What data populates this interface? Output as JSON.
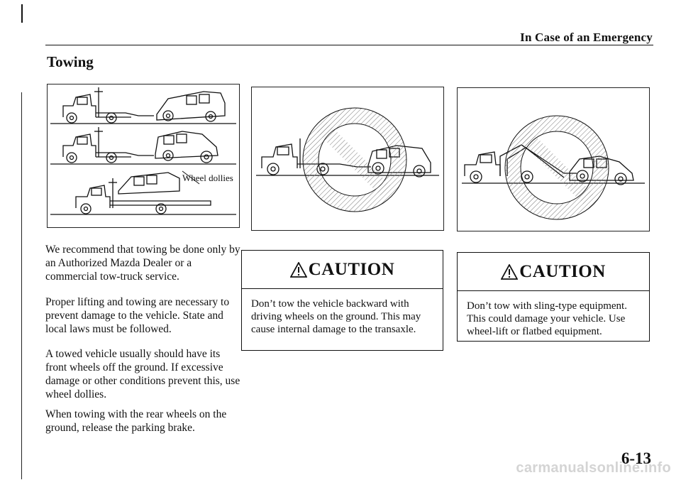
{
  "header": {
    "section_title": "In Case of an Emergency"
  },
  "page": {
    "title": "Towing",
    "number": "6-13"
  },
  "figures": {
    "approved_towing": {
      "label": "Wheel dollies"
    }
  },
  "paragraphs": [
    "We recommend that towing be done only by an Authorized Mazda Dealer or a commercial tow-truck service.",
    "Proper lifting and towing are necessary to prevent damage to the vehicle. State and local laws must be followed.",
    "A towed vehicle usually should have its front wheels off the ground. If excessive damage or other conditions prevent this, use wheel dollies.",
    "When towing with the rear wheels on the ground, release the parking brake."
  ],
  "cautions": [
    {
      "title": "CAUTION",
      "text": "Don’t tow the vehicle backward with driving wheels on the ground. This may cause internal damage to the transaxle."
    },
    {
      "title": "CAUTION",
      "text": "Don’t tow with sling-type equipment. This could damage your vehicle. Use wheel-lift or flatbed equipment."
    }
  ],
  "watermark": "carmanualsonline.info"
}
